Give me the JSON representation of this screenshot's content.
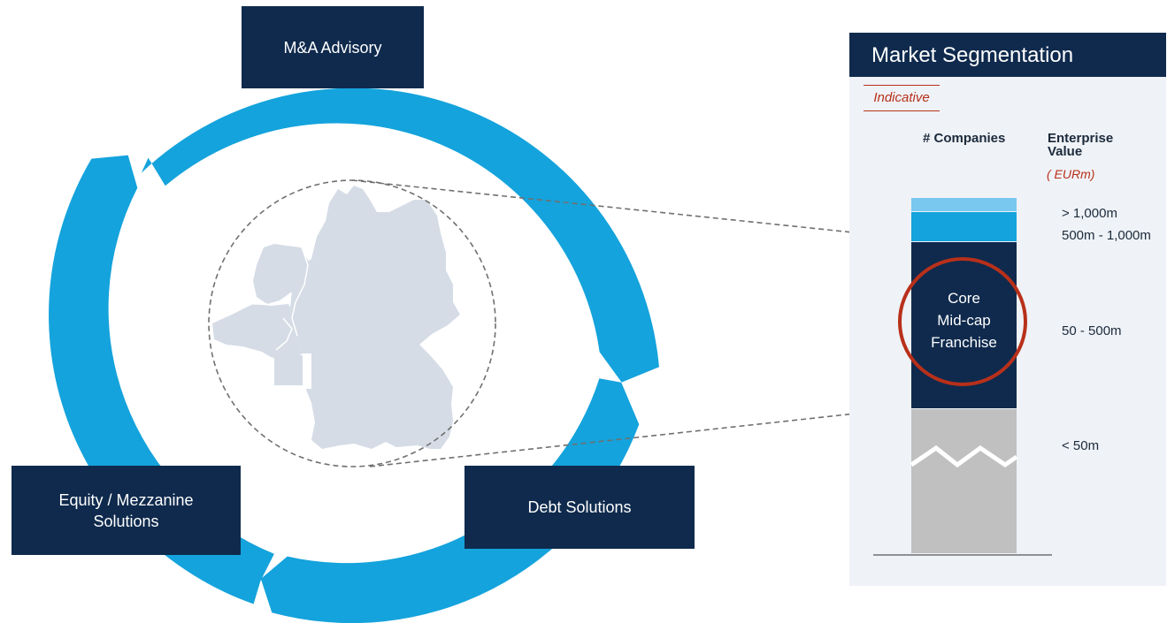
{
  "diagram": {
    "boxes": {
      "ma_advisory": "M&A Advisory",
      "equity_mezzanine": "Equity / Mezzanine\nSolutions",
      "debt_solutions": "Debt Solutions"
    },
    "colors": {
      "navy": "#0f2a4d",
      "ring_blue": "#14a3dc",
      "map_fill": "#d5dce6",
      "accent_red": "#b8301a",
      "light_blue": "#78c8ef",
      "grey": "#c0c0c0"
    }
  },
  "market_segmentation": {
    "title": "Market Segmentation",
    "indicative": "Indicative",
    "col_companies": "# Companies",
    "col_ev": "Enterprise Value",
    "ev_unit": "( EURm)",
    "core_label": "Core\nMid-cap\nFranchise",
    "segments": [
      {
        "label": "> 1,000m"
      },
      {
        "label": "500m - 1,000m"
      },
      {
        "label": "50 - 500m"
      },
      {
        "label": "< 50m"
      }
    ]
  }
}
